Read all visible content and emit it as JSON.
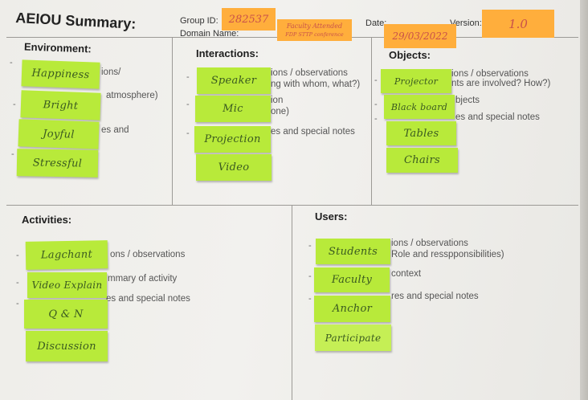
{
  "header": {
    "title": "AEIOU Summary:",
    "group_id_label": "Group ID:",
    "domain_name_label": "Domain Name:",
    "date_label": "Date:",
    "version_label": "Version:",
    "group_id_value": "282537",
    "domain_name_value_line1": "Faculty Attended",
    "domain_name_value_line2": "FDP STTP conference",
    "date_value": "29/03/2022",
    "version_value": "1.0"
  },
  "environment": {
    "title": "Environment:",
    "hint1": "ions/",
    "hint2": "atmosphere)",
    "hint3": "es and",
    "notes": [
      "Happiness",
      "Bright",
      "Joyful",
      "Stressful"
    ]
  },
  "interactions": {
    "title": "Interactions:",
    "hint1": "ions / observations",
    "hint2": "ng with whom, what?)",
    "hint3": "ion",
    "hint4": "one)",
    "hint5": "es and special notes",
    "notes": [
      "Speaker",
      "Mic",
      "Projection",
      "Video"
    ]
  },
  "objects": {
    "title": "Objects:",
    "hint1": "ions / observations",
    "hint2": "nts are involved? How?)",
    "hint3": "bjects",
    "hint4": "es and special notes",
    "notes": [
      "Projector",
      "Black board",
      "Tables",
      "Chairs"
    ]
  },
  "activities": {
    "title": "Activities:",
    "hint1": "ons / observations",
    "hint2": "mmary of activity",
    "hint3": "es and special notes",
    "notes": [
      "Lagchant",
      "Video Explain",
      "Q & N",
      "Discussion"
    ]
  },
  "users": {
    "title": "Users:",
    "hint1": "ions / observations",
    "hint2": "Role and resspponsibilities)",
    "hint3": "context",
    "hint4": "res and special notes",
    "notes": [
      "Students",
      "Faculty",
      "Anchor",
      "Participate"
    ]
  },
  "colors": {
    "sticky_note": "#b8ea3a",
    "orange_note": "#ffae3c",
    "paper": "#efeeea",
    "handwriting": "#3a5a20"
  }
}
